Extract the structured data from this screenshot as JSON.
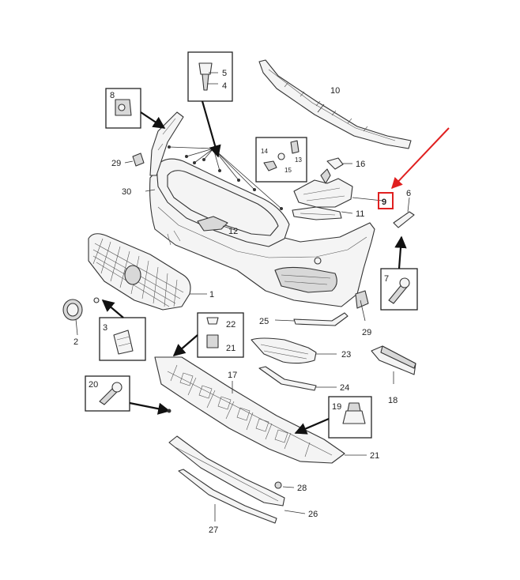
{
  "labels": {
    "l1": "1",
    "l2": "2",
    "l3": "3",
    "l4": "4",
    "l5": "5",
    "l6": "6",
    "l7": "7",
    "l8": "8",
    "l9": "9",
    "l10": "10",
    "l11": "11",
    "l12": "12",
    "l13": "13",
    "l14": "14",
    "l15": "15",
    "l16": "16",
    "l17": "17",
    "l18": "18",
    "l19": "19",
    "l20": "20",
    "l21a": "21",
    "l21b": "21",
    "l22": "22",
    "l23": "23",
    "l24": "24",
    "l25": "25",
    "l26": "26",
    "l27": "27",
    "l28": "28",
    "l29a": "29",
    "l29b": "29",
    "l30": "30"
  },
  "colors": {
    "highlight": "#e02020",
    "ink": "#222222",
    "part_fill": "#f4f4f4"
  },
  "highlighted_part": "9"
}
